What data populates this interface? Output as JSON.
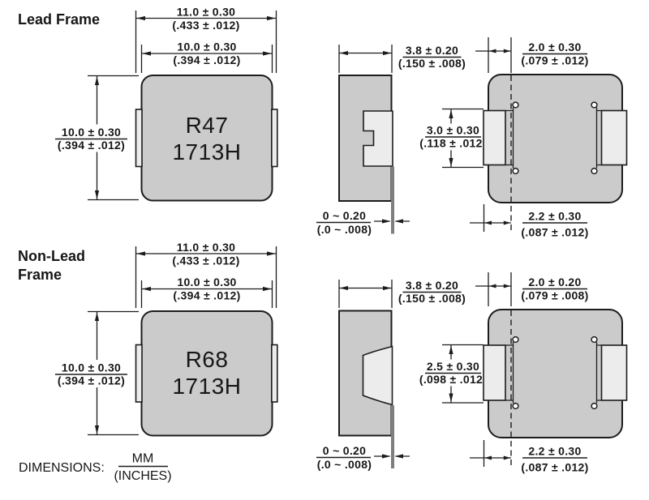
{
  "diagram": {
    "lead_frame": {
      "section_label": "Lead Frame",
      "marking": {
        "line1": "R47",
        "line2": "1713H"
      },
      "dims": {
        "outer_width": {
          "mm": "11.0 ± 0.30",
          "inch": "(.433 ± .012)"
        },
        "body_width": {
          "mm": "10.0 ± 0.30",
          "inch": "(.394 ± .012)"
        },
        "body_height": {
          "mm": "10.0 ± 0.30",
          "inch": "(.394 ± .012)"
        },
        "thickness": {
          "mm": "3.8 ± 0.20",
          "inch": "(.150 ± .008)"
        },
        "standoff": {
          "mm": "0 ~ 0.20",
          "inch": "(.0 ~ .008)"
        },
        "terminal_height": {
          "mm": "3.0 ± 0.30",
          "inch": "(.118 ± .012)"
        },
        "pad_inset": {
          "mm": "2.0 ± 0.30",
          "inch": "(.079 ± .012)"
        },
        "pad_width": {
          "mm": "2.2 ± 0.30",
          "inch": "(.087 ± .012)"
        }
      }
    },
    "non_lead_frame": {
      "section_label_line1": "Non-Lead",
      "section_label_line2": "Frame",
      "marking": {
        "line1": "R68",
        "line2": "1713H"
      },
      "dims": {
        "outer_width": {
          "mm": "11.0 ± 0.30",
          "inch": "(.433 ± .012)"
        },
        "body_width": {
          "mm": "10.0 ± 0.30",
          "inch": "(.394 ± .012)"
        },
        "body_height": {
          "mm": "10.0 ± 0.30",
          "inch": "(.394 ± .012)"
        },
        "thickness": {
          "mm": "3.8 ± 0.20",
          "inch": "(.150 ± .008)"
        },
        "standoff": {
          "mm": "0 ~ 0.20",
          "inch": "(.0 ~ .008)"
        },
        "terminal_height": {
          "mm": "2.5 ± 0.30",
          "inch": "(.098 ± .012)"
        },
        "pad_inset": {
          "mm": "2.0 ± 0.20",
          "inch": "(.079 ± .008)"
        },
        "pad_width": {
          "mm": "2.2 ± 0.30",
          "inch": "(.087 ± .012)"
        }
      }
    },
    "footer": {
      "label": "DIMENSIONS:",
      "units_numerator": "MM",
      "units_denominator": "(INCHES)"
    }
  }
}
